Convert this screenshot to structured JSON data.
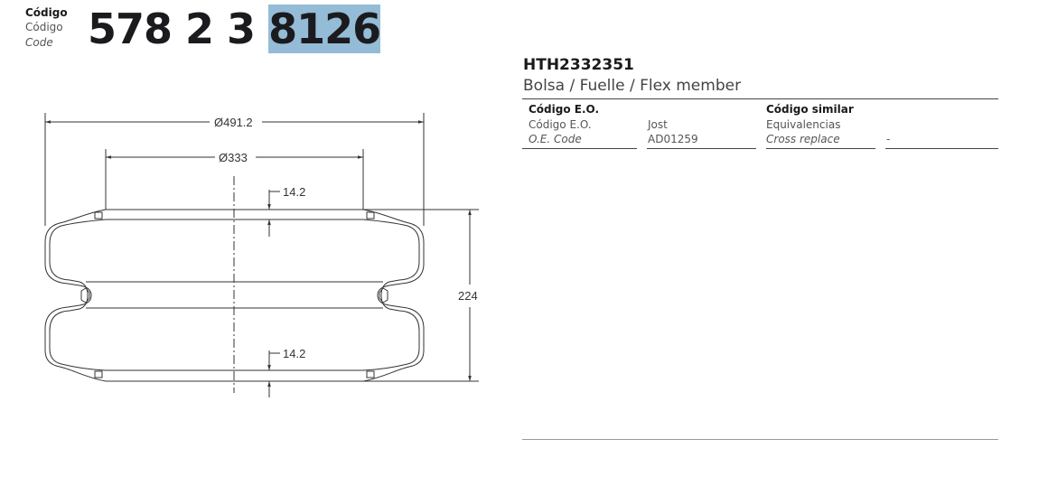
{
  "header": {
    "code_label": "Código",
    "code_label_es": "Código",
    "code_label_en": "Code",
    "code_prefix": "578 2 3 ",
    "code_highlight": "8126"
  },
  "product": {
    "reference": "HTH2332351",
    "description": "Bolsa / Fuelle / Flex member"
  },
  "table": {
    "oe_heading": "Código E.O.",
    "oe_label_es": "Código E.O.",
    "oe_label_en": "O.E. Code",
    "oe_brand": "Jost",
    "oe_value": "AD01259",
    "similar_heading": "Código similar",
    "similar_label_es": "Equivalencias",
    "similar_label_en": "Cross replace",
    "similar_value": "-"
  },
  "drawing": {
    "outer_diameter": "Ø491.2",
    "inner_diameter": "Ø333",
    "top_plate": "14.2",
    "bottom_plate": "14.2",
    "height": "224"
  }
}
